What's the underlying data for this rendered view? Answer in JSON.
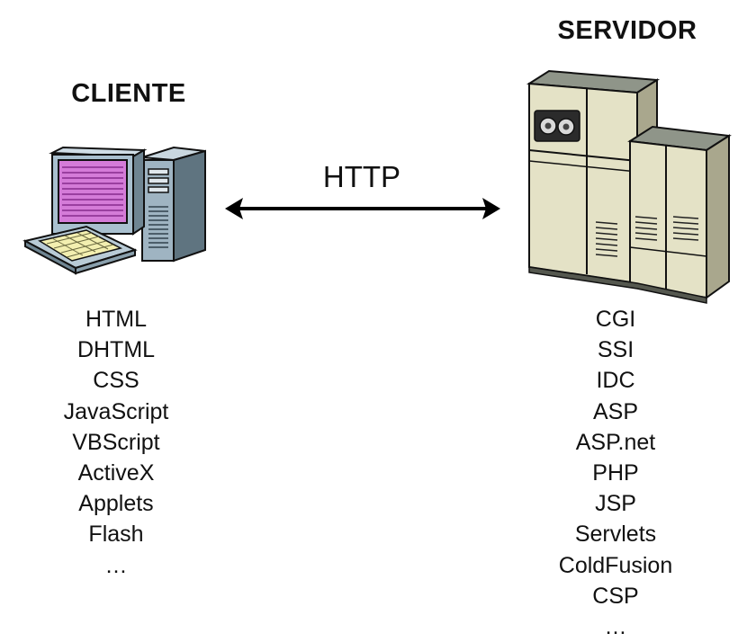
{
  "client": {
    "title": "CLIENTE",
    "icon": "desktop-computer-icon",
    "technologies": [
      "HTML",
      "DHTML",
      "CSS",
      "JavaScript",
      "VBScript",
      "ActiveX",
      "Applets",
      "Flash",
      "…"
    ]
  },
  "server": {
    "title": "SERVIDOR",
    "icon": "server-tower-icon",
    "technologies": [
      "CGI",
      "SSI",
      "IDC",
      "ASP",
      "ASP.net",
      "PHP",
      "JSP",
      "Servlets",
      "ColdFusion",
      "CSP",
      "…"
    ]
  },
  "connection": {
    "label": "HTTP",
    "icon": "bidirectional-arrow-icon"
  },
  "colors": {
    "text": "#111111",
    "screen": "#d47bd8",
    "monitor": "#a9c0cf",
    "server_body": "#e4e2c6",
    "server_top": "#8f9589"
  }
}
